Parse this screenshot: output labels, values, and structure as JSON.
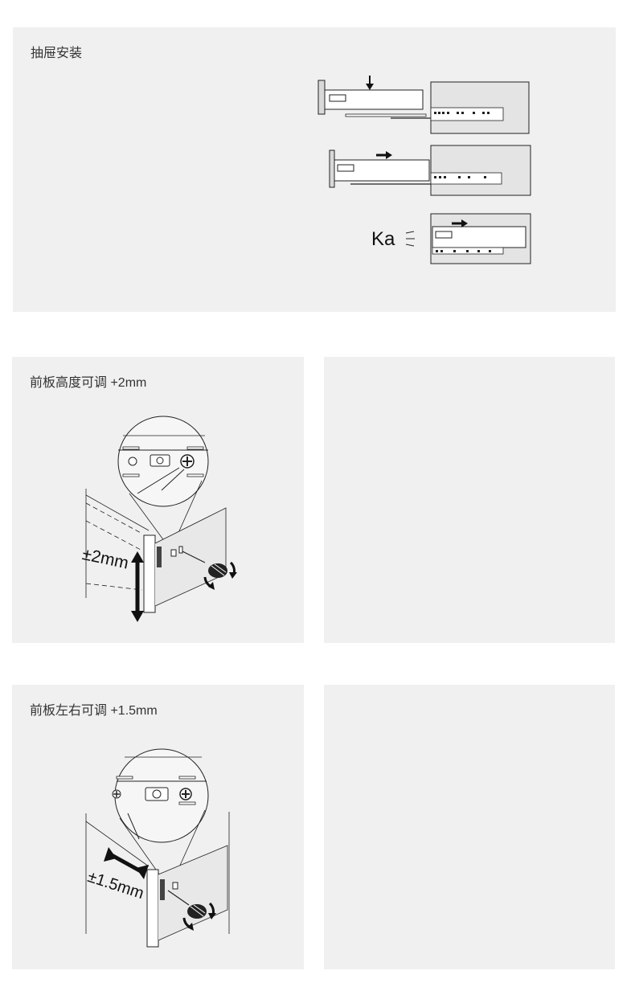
{
  "sections": {
    "install": {
      "title": "抽屉安装",
      "sound": "Ka"
    },
    "height_adjust": {
      "title": "前板高度可调 +2mm",
      "dimension": "±2mm"
    },
    "lateral_adjust": {
      "title": "前板左右可调 +1.5mm",
      "dimension": "±1.5mm"
    }
  },
  "colors": {
    "panel_bg": "#f0f0f0",
    "line": "#222222",
    "cabinet_fill": "#e4e4e4"
  }
}
